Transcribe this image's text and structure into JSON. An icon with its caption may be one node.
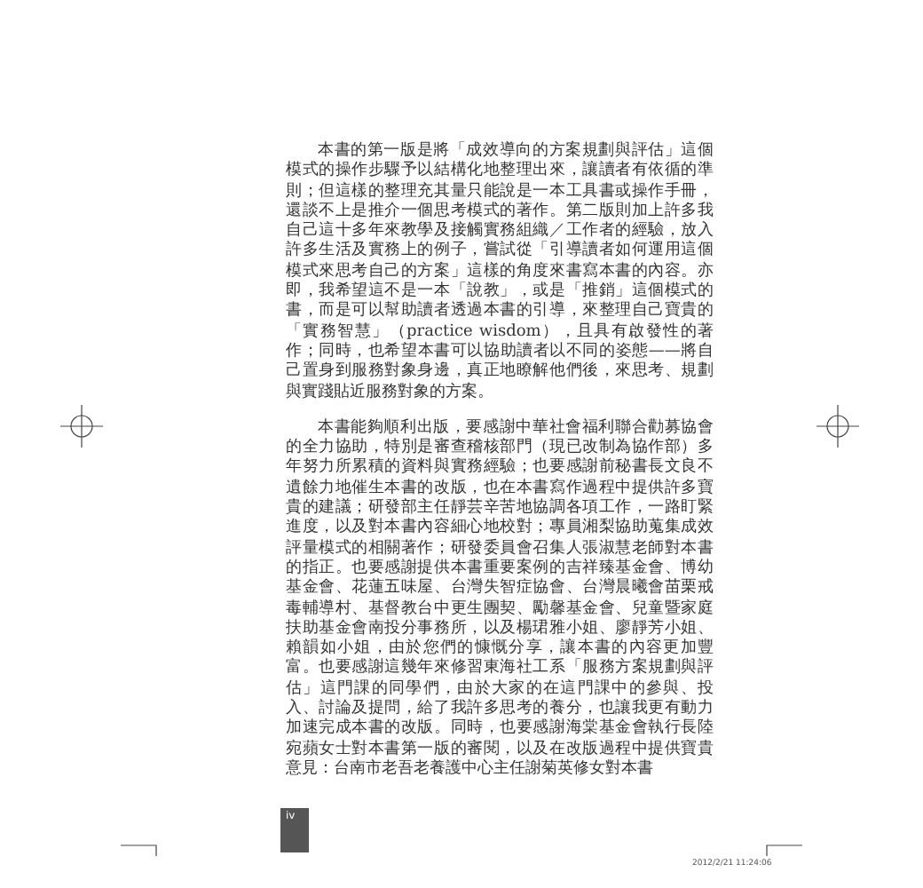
{
  "diagram": {
    "labels": [
      "本書的第一版是將「成效導向的方案規劃與評估」這個模式的操作步驟予以結構化地整理出來，讓讀者有依循的準則；但這樣的整理充其量只能說是一本工具書或操作手冊，還談不上是推介一個思考模式的著作。第二版則加上許多我自己這十多年來教學及接觸實務組織／工作者的經驗，放入許多生活及實務上的例子，嘗試從「引導讀者如何運用這個模式來思考自己的方案」這樣的角度來書寫本書的內容。亦即，我希望這不是一本「說教」，或是「推銷」這個模式的書，而是可以幫助讀者透過本書的引導，來整理自己寶貴的「實務智慧」（practice wisdom），且具有啟發性的著作；同時，也希望本書可以協助讀者以不同的姿態——將自己置身到服務對象身邊，真正地瞭解他們後，來思考、規劃與實踐貼近服務對象的方案。",
      "本書能夠順利出版，要感謝中華社會福利聯合勸募協會的全力協助，特別是審查稽核部門（現已改制為協作部）多年努力所累積的資料與實務經驗；也要感謝前秘書長文良不遺餘力地催生本書的改版，也在本書寫作過程中提供許多寶貴的建議；研發部主任靜芸辛苦地協調各項工作，一路盯緊進度，以及對本書內容細心地校對；專員湘梨協助蒐集成效評量模式的相關著作；研發委員會召集人張淑慧老師對本書的指正。也要感謝提供本書重要案例的吉祥臻基金會、博幼基金會、花蓮五味屋、台灣失智症協會、台灣晨曦會苗栗戒毒輔導村、基督教台中更生團契、勵馨基金會、兒童暨家庭扶助基金會南投分事務所，以及楊珺雅小姐、廖靜芳小姐、賴韻如小姐，由於您們的慷慨分享，讓本書的內容更加豐富。也要感謝這幾年來修習東海社工系「服務方案規劃與評估」這門課的同學們，由於大家的在這門課中的參與、投入、討論及提問，給了我許多思考的養分，也讓我更有動力加速完成本書的改版。同時，也要感謝海棠基金會執行長陸宛蘋女士對本書第一版的審閱，以及在改版過程中提供寶貴意見：台南市老吾老養護中心主任謝菊英修女對本書",
      "iv",
      "2012/2/21 11:24:06"
    ]
  }
}
